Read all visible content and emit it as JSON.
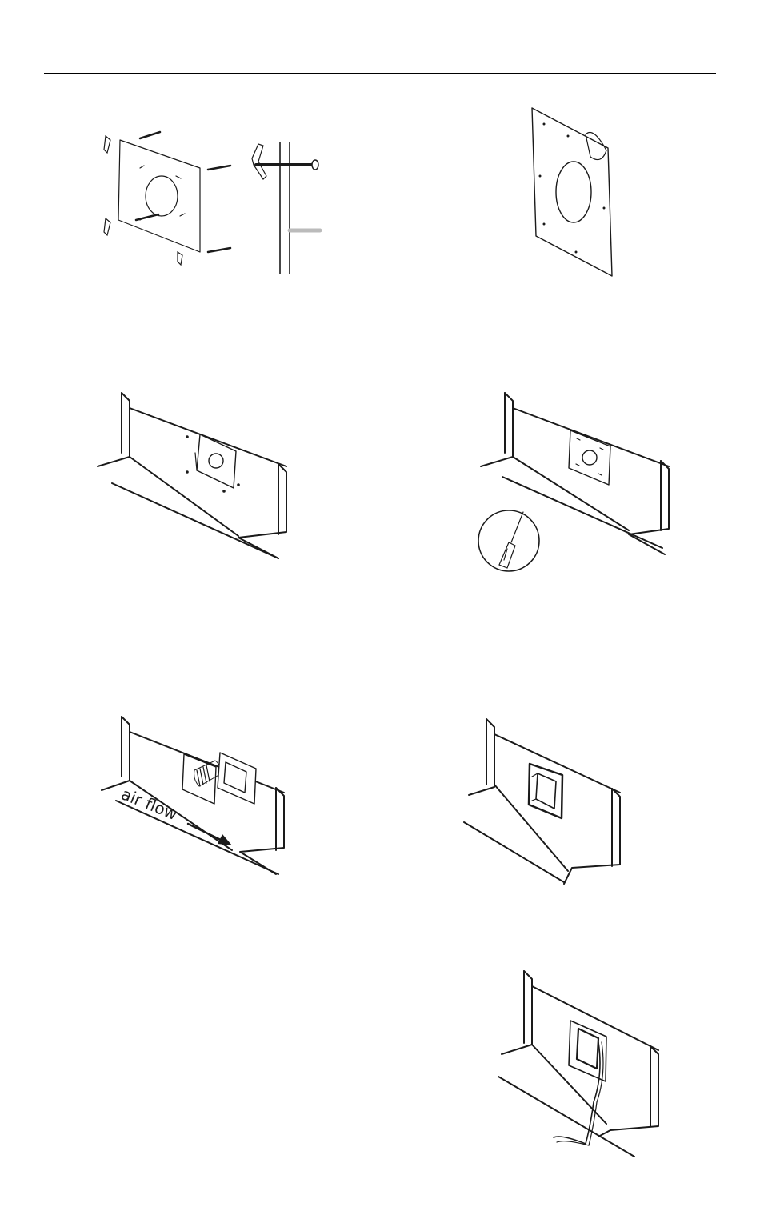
{
  "document": {
    "labels": {
      "air_flow": "air flow"
    },
    "icons": {
      "mounting_plate": "mounting-plate-with-toggle-bolts",
      "toggle_bolt_detail": "toggle-bolt-through-wall",
      "adhesive_plate": "peel-off-adhesive-plate",
      "screwdriver": "screwdriver-in-circle",
      "flex_duct": "flexible-duct",
      "wire": "cable"
    },
    "colors": {
      "line": "#1a1a1a",
      "background": "#ffffff"
    }
  }
}
